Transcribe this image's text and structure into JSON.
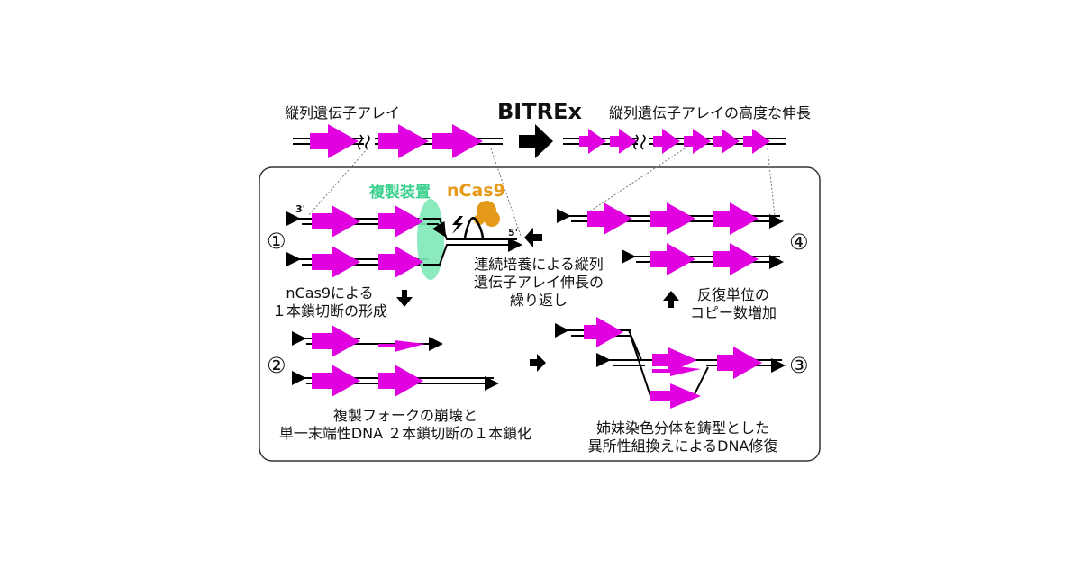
{
  "top": {
    "left_label": "縦列遺伝子アレイ",
    "center_label": "BITREx",
    "right_label": "縦列遺伝子アレイの高度な伸長"
  },
  "panel": {
    "replication_machinery": "複製装置",
    "ncas9": "nCas9",
    "end_3": "3'",
    "end_5": "5'",
    "step1": "①",
    "step2": "②",
    "step3": "③",
    "step4": "④",
    "nick_text": [
      "nCas9による",
      "１本鎖切断の形成"
    ],
    "fork_text": [
      "複製フォークの崩壊と",
      "単一末端性DNA ２本鎖切断の１本鎖化"
    ],
    "repair_text": [
      "姉妹染色分体を鋳型とした",
      "異所性組換えによるDNA修復"
    ],
    "copy_text": [
      "反復単位の",
      "コピー数増加"
    ],
    "continuous_text": [
      "連続培養による縦列",
      "遺伝子アレイ伸長の",
      "繰り返し"
    ]
  },
  "colors": {
    "gene_arrow": "#e000e0",
    "replisome": "#7fe8b8",
    "ncas9_protein": "#e59a1a",
    "dna_line": "#000000",
    "panel_border": "#333333"
  },
  "icons": {
    "arrow": "block-arrow-icon",
    "lightning": "lightning-icon"
  }
}
